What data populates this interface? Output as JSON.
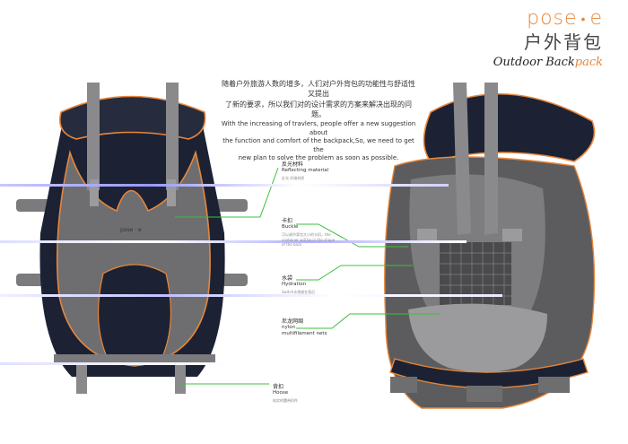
{
  "brand": {
    "logo_left": "pose",
    "logo_dot": "•",
    "logo_right": "e",
    "title_cn": "户外背包",
    "title_en_main": "Outdoor Back",
    "title_en_accent": "pack"
  },
  "intro": {
    "cn_line1": "随着户外旅游人数的增多，人们对户外背包的功能性与舒适性又提出",
    "cn_line2": "了新的要求，所以我们对的设计需求的方案来解决出现的问题。",
    "en_line1": "With the increasing of travlers, people offer a new suggestion about",
    "en_line2": "the function and comfort of the backpack,So, we need to get the",
    "en_line3": "new plan to solve the problem as soon as possible."
  },
  "callouts": {
    "reflecting": {
      "cn": "反光材料",
      "en": "Reflecting material",
      "desc": "反光 纤维材质"
    },
    "buckle": {
      "cn": "卡扣",
      "en": "Buckle",
      "desc": "可以调节背包大小的卡扣，the container will be in the shape of the back"
    },
    "hydration": {
      "cn": "水袋",
      "en": "Hydration",
      "desc": "Switch水袋放在背后"
    },
    "mesh": {
      "cn": "尼龙网绸",
      "en": "nylon",
      "en2": "multifilament nets"
    },
    "hoop": {
      "cn": "背扣",
      "en": "Hoose",
      "desc": "结实的腰带扣件"
    }
  },
  "bag_label": "pose · e",
  "colors": {
    "accent": "#e8873a",
    "bag_gray": "#6e6e70",
    "bag_dark": "#1c2234",
    "strap": "#8a8a8c"
  }
}
